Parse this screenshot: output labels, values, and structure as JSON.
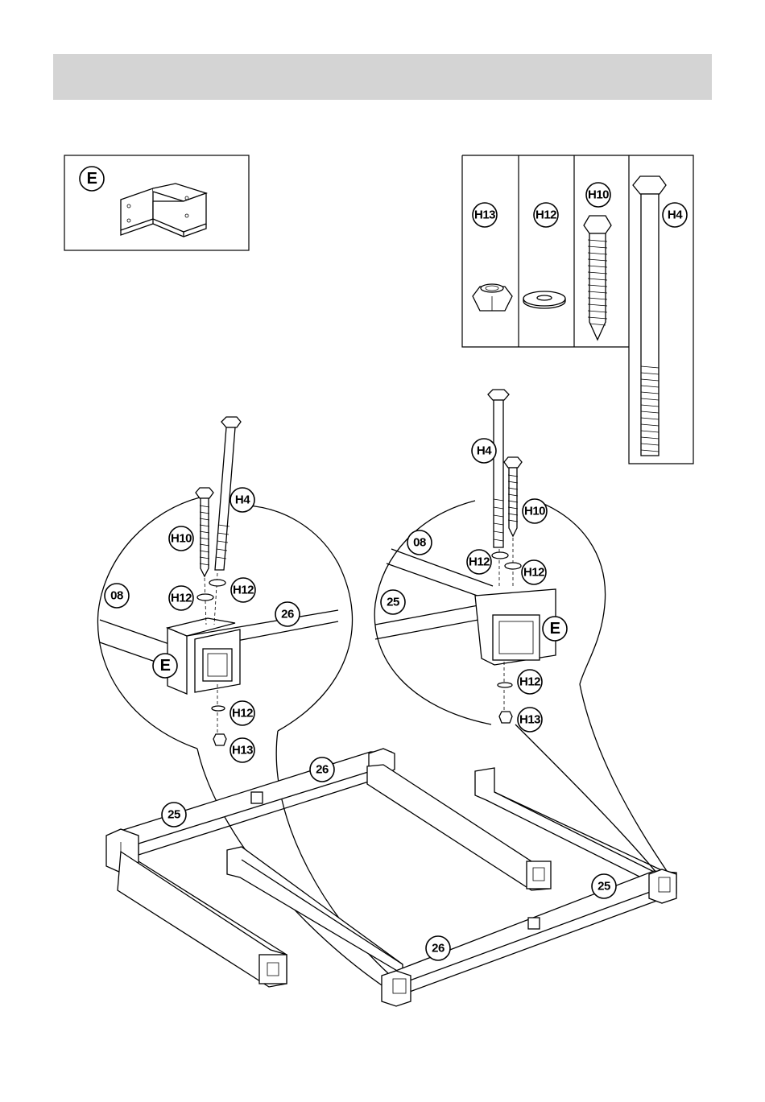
{
  "header": {
    "title": ""
  },
  "parts_box": {
    "bracket_label": "E"
  },
  "hardware_box": {
    "items": [
      {
        "label": "H13"
      },
      {
        "label": "H12"
      },
      {
        "label": "H10"
      },
      {
        "label": "H4"
      }
    ]
  },
  "detail_left": {
    "labels": {
      "bolt": "H4",
      "screw": "H10",
      "washer_a": "H12",
      "washer_b": "H12",
      "beam_a": "08",
      "beam_b": "26",
      "bracket": "E",
      "washer_c": "H12",
      "nut": "H13"
    }
  },
  "detail_right": {
    "labels": {
      "bolt": "H4",
      "screw": "H10",
      "beam_a": "08",
      "washer_a": "H12",
      "washer_b": "H12",
      "beam_b": "25",
      "bracket": "E",
      "washer_c": "H12",
      "nut": "H13"
    }
  },
  "frame": {
    "labels": {
      "rail_back_long": "26",
      "rail_back_short": "25",
      "rail_front_right": "25",
      "rail_front_long": "26"
    }
  },
  "colors": {
    "header_bar": "#d4d4d4",
    "line": "#000000",
    "background": "#ffffff"
  }
}
